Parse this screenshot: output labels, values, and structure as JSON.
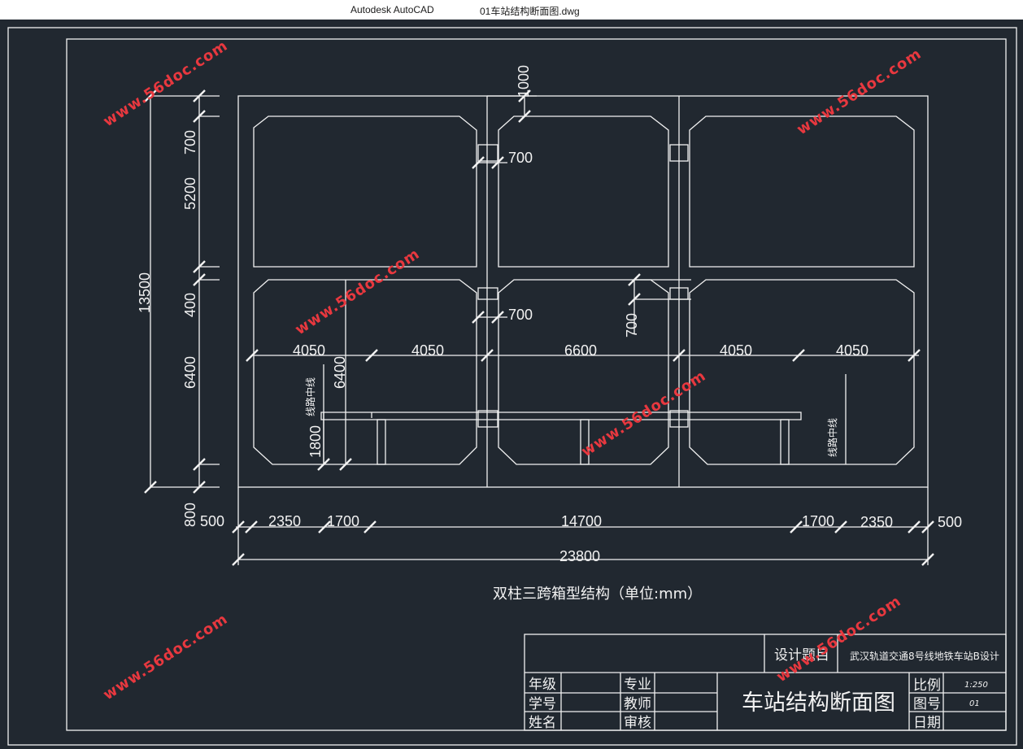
{
  "window": {
    "app_name": "Autodesk AutoCAD",
    "file_name": "01车站结构断面图.dwg"
  },
  "dimensions": {
    "top_1000": "1000",
    "col_700_upper": "700",
    "col_700_lower": "700",
    "side_700": "700",
    "v_700": "700",
    "v_5200": "5200",
    "v_13500": "13500",
    "v_400": "400",
    "v_6400": "6400",
    "v_6400_inner": "6400",
    "v_1800": "1800",
    "v_800": "800",
    "span_4050_a": "4050",
    "span_4050_b": "4050",
    "span_6600": "6600",
    "span_4050_c": "4050",
    "span_4050_d": "4050",
    "b_500_l": "500",
    "b_2350_l": "2350",
    "b_1700_l": "1700",
    "b_14700": "14700",
    "b_1700_r": "1700",
    "b_2350_r": "2350",
    "b_500_r": "500",
    "total_23800": "23800",
    "line_center_left": "线路中线",
    "line_center_right": "线路中线"
  },
  "caption": "双柱三跨箱型结构（单位:mm）",
  "title_block": {
    "design_topic_label": "设计题目",
    "design_topic": "武汉轨道交通8号线地铁车站B设计",
    "grade_label": "年级",
    "major_label": "专业",
    "student_no_label": "学号",
    "teacher_label": "教师",
    "name_label": "姓名",
    "review_label": "审核",
    "drawing_title": "车站结构断面图",
    "scale_label": "比例",
    "scale_value": "1:250",
    "drawing_no_label": "图号",
    "drawing_no_value": "01",
    "date_label": "日期"
  },
  "watermark": "www.56doc.com",
  "colors": {
    "canvas": "#212830",
    "lines": "#f2f2f2",
    "watermark": "#e8383f"
  }
}
